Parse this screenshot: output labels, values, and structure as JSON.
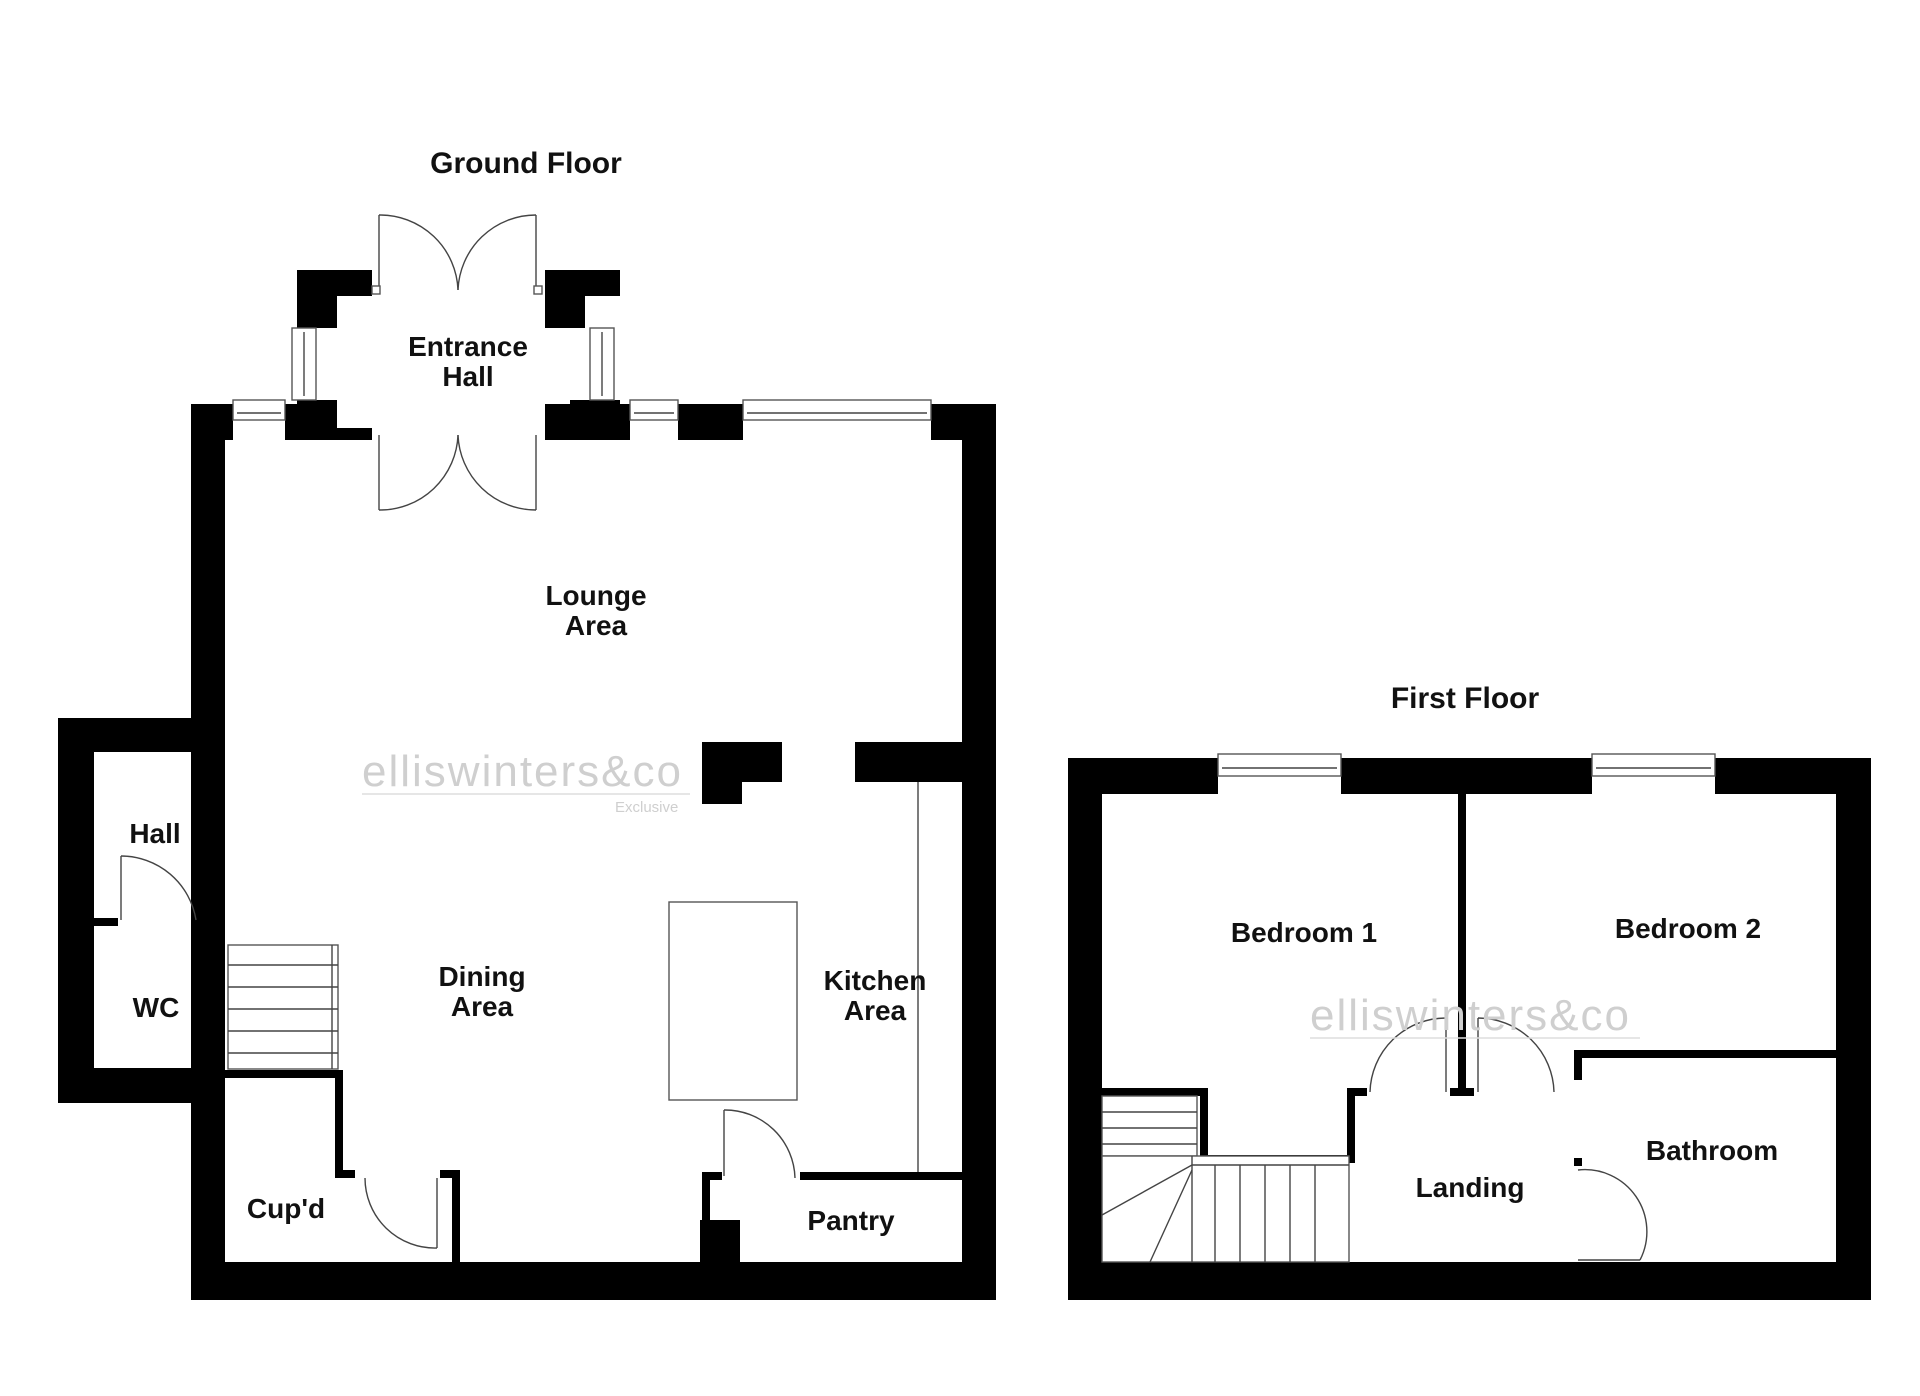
{
  "ground_floor": {
    "title": "Ground Floor",
    "rooms": {
      "entrance_hall": [
        "Entrance",
        "Hall"
      ],
      "lounge_area": [
        "Lounge",
        "Area"
      ],
      "hall": [
        "Hall"
      ],
      "wc": [
        "WC"
      ],
      "dining_area": [
        "Dining",
        "Area"
      ],
      "kitchen_area": [
        "Kitchen",
        "Area"
      ],
      "cupd": [
        "Cup'd"
      ],
      "pantry": [
        "Pantry"
      ]
    }
  },
  "first_floor": {
    "title": "First Floor",
    "rooms": {
      "bedroom_1": [
        "Bedroom 1"
      ],
      "bedroom_2": [
        "Bedroom 2"
      ],
      "landing": [
        "Landing"
      ],
      "bathroom": [
        "Bathroom"
      ]
    }
  },
  "watermark": {
    "brand": "elliswinters",
    "amp": "&",
    "co": "co",
    "sub": "Exclusive"
  }
}
